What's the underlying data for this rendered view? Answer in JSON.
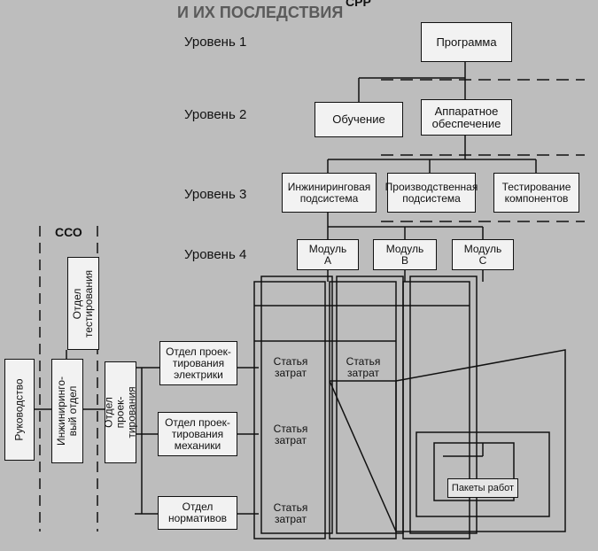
{
  "header": {
    "title": "И ИХ ПОСЛЕДСТВИЯ",
    "srp_label": "СРР",
    "sso_label": "ССО"
  },
  "levels": [
    "Уровень 1",
    "Уровень 2",
    "Уровень 3",
    "Уровень 4"
  ],
  "wbs": {
    "program": "Программа",
    "training": "Обучение",
    "hardware": "Аппаратное\nобеспечение",
    "engineering_subsystem": "Инжиниринговая подсистема",
    "production_subsystem": "Производственная подсистема",
    "component_testing": "Тестирование компонентов",
    "module_a": "Модуль\nА",
    "module_b": "Модуль\nВ",
    "module_c": "Модуль\nС",
    "cost_item": "Статья\nзатрат",
    "work_packages": "Пакеты работ"
  },
  "obs": {
    "management": "Руководство",
    "engineering_dept": "Инжиниринго-\nвый отдел",
    "testing_dept": "Отдел\nтестирования",
    "design_dept": "Отдел проек-\nтирования",
    "electrical_design": "Отдел проек-\nтирования\nэлектрики",
    "mechanical_design": "Отдел проек-\nтирования\nмеханики",
    "standards_dept": "Отдел\nнормативов"
  },
  "colors": {
    "background": "#bdbdbd",
    "box_fill": "#f2f2f2",
    "line": "#111111"
  }
}
